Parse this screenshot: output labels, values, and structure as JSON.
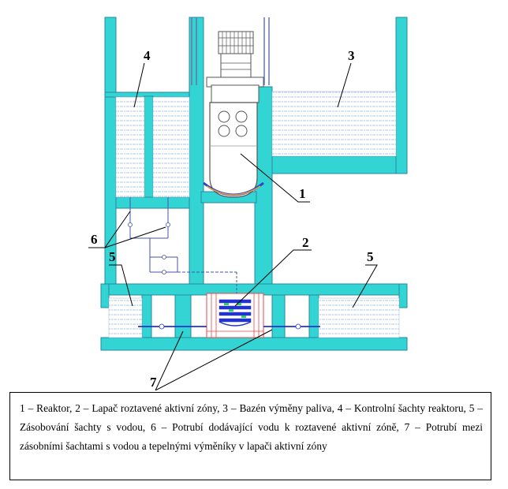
{
  "colors": {
    "concrete": "#33d4d4",
    "water": "#ffffff",
    "water_hatch": "#9ab8d8",
    "outline": "#2a8a9a",
    "pipe_blue": "#2233cc",
    "pipe_gray": "#4455aa",
    "catcher_red": "#ee4444",
    "reactor_shell": "#ffffff"
  },
  "callouts": {
    "reactor": "1",
    "core_catcher": "2",
    "fuel_pool": "3",
    "control_shafts": "4",
    "supply_shaft_left": "5",
    "supply_shaft_right": "5",
    "supply_pipes": "6",
    "connecting_pipes": "7"
  },
  "caption": "1 – Reaktor, 2 – Lapač roztavené aktivní zóny, 3 – Bazén výměny paliva, 4 – Kontrolní šachty reaktoru, 5 – Zásobování šachty s vodou, 6 – Potrubí dodávající vodu k roztavené aktivní zóně, 7 – Potrubí mezi zásobními šachtami s vodou a tepelnými výměníky v lapači aktivní zóny"
}
